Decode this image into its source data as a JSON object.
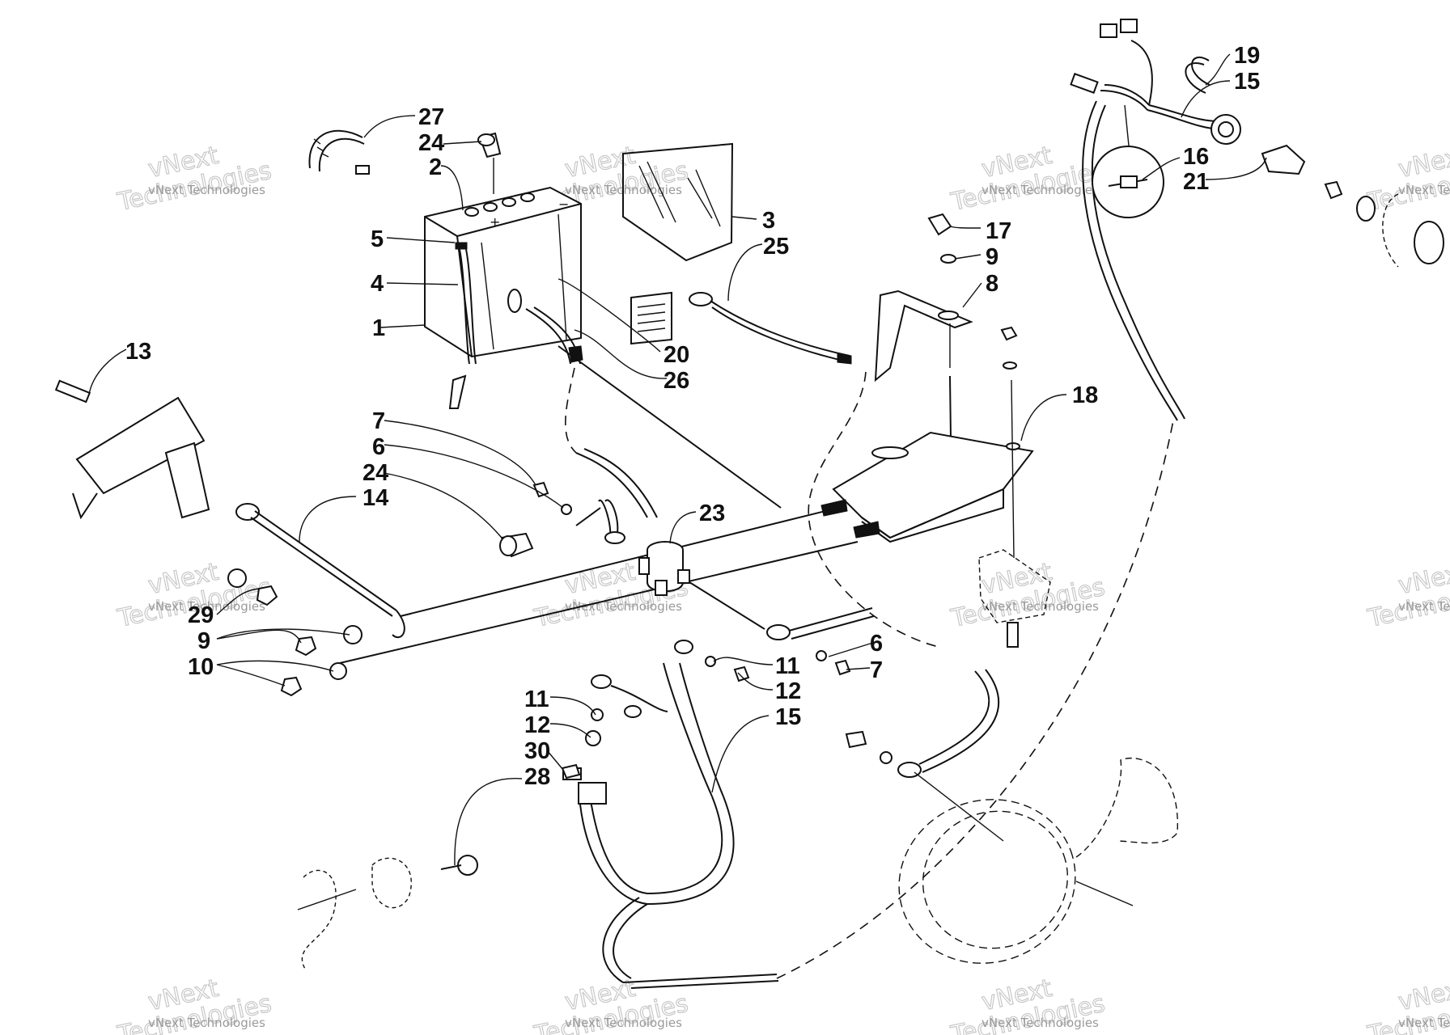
{
  "diagram": {
    "labels": [
      {
        "id": "l27",
        "text": "27"
      },
      {
        "id": "l24a",
        "text": "24"
      },
      {
        "id": "l2",
        "text": "2"
      },
      {
        "id": "l5",
        "text": "5"
      },
      {
        "id": "l4",
        "text": "4"
      },
      {
        "id": "l1",
        "text": "1"
      },
      {
        "id": "l3",
        "text": "3"
      },
      {
        "id": "l25",
        "text": "25"
      },
      {
        "id": "l20",
        "text": "20"
      },
      {
        "id": "l26",
        "text": "26"
      },
      {
        "id": "l13",
        "text": "13"
      },
      {
        "id": "l7a",
        "text": "7"
      },
      {
        "id": "l6a",
        "text": "6"
      },
      {
        "id": "l24b",
        "text": "24"
      },
      {
        "id": "l14",
        "text": "14"
      },
      {
        "id": "l23",
        "text": "23"
      },
      {
        "id": "l29",
        "text": "29"
      },
      {
        "id": "l9a",
        "text": "9"
      },
      {
        "id": "l10",
        "text": "10"
      },
      {
        "id": "l11a",
        "text": "11"
      },
      {
        "id": "l12a",
        "text": "12"
      },
      {
        "id": "l30",
        "text": "30"
      },
      {
        "id": "l28",
        "text": "28"
      },
      {
        "id": "l11b",
        "text": "11"
      },
      {
        "id": "l12b",
        "text": "12"
      },
      {
        "id": "l15a",
        "text": "15"
      },
      {
        "id": "l6b",
        "text": "6"
      },
      {
        "id": "l7b",
        "text": "7"
      },
      {
        "id": "l17",
        "text": "17"
      },
      {
        "id": "l9b",
        "text": "9"
      },
      {
        "id": "l8",
        "text": "8"
      },
      {
        "id": "l18",
        "text": "18"
      },
      {
        "id": "l19",
        "text": "19"
      },
      {
        "id": "l15b",
        "text": "15"
      },
      {
        "id": "l16",
        "text": "16"
      },
      {
        "id": "l21",
        "text": "21"
      }
    ],
    "watermark": {
      "small": "vNext Technologies",
      "large_line1": "vNext",
      "large_line2": "Technologies"
    }
  }
}
